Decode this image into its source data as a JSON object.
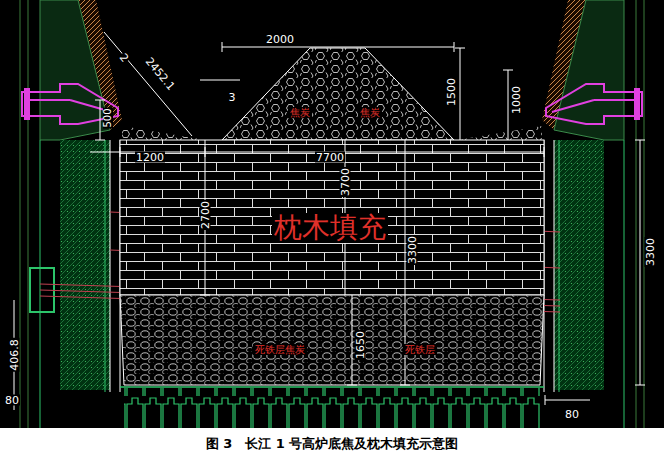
{
  "diagram": {
    "caption": "图 3　长江 1 号高炉底焦及枕木填充示意图",
    "nodes": [
      {
        "text": [
          "焦炭",
          "焦炭"
        ]
      },
      {
        "text": [
          "枕木填充"
        ]
      },
      {
        "text": [
          "死铁层焦炭",
          "死铁层"
        ]
      }
    ],
    "labels": [
      "2452.1",
      "2",
      "2000",
      "500",
      "3",
      "1500",
      "1000",
      "1200",
      "7700",
      "2700",
      "3700",
      "3300",
      "3300",
      "1650",
      "406.8",
      "80",
      "80"
    ]
  }
}
